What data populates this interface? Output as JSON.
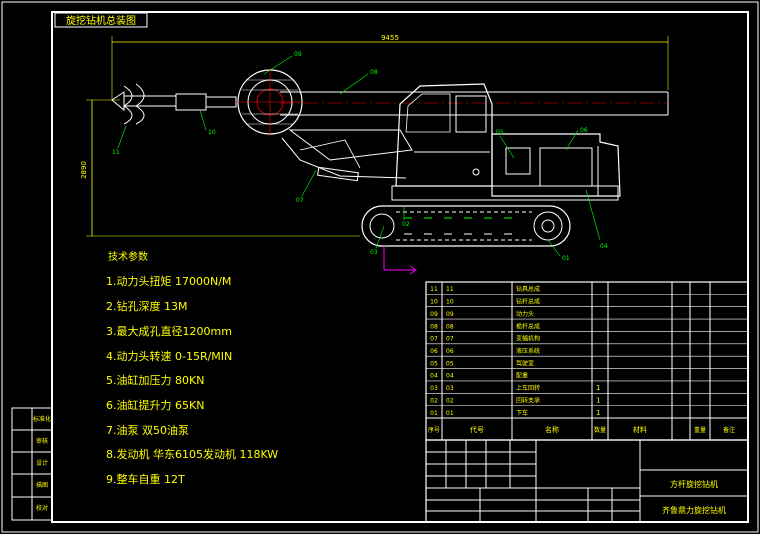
{
  "stamp": "旋挖钻机总装图",
  "dims": {
    "length": "9455",
    "height": "2890"
  },
  "callouts": [
    "09",
    "08",
    "11",
    "10",
    "07",
    "05",
    "06",
    "04",
    "03",
    "02",
    "01"
  ],
  "tech": {
    "heading": "技术参数",
    "items": [
      "1.动力头扭矩 17000N/M",
      "2.钻孔深度 13M",
      "3.最大成孔直径1200mm",
      "4.动力头转速 0-15R/MIN",
      "5.油缸加压力 80KN",
      "6.油缸提升力 65KN",
      "7.油泵 双50油泵",
      "8.发动机 华东6105发动机 118KW",
      "9.整车自重 12T"
    ]
  },
  "parts": {
    "rows": [
      {
        "no": "11",
        "code": "11",
        "name": "钻具总成",
        "qty": ""
      },
      {
        "no": "10",
        "code": "10",
        "name": "钻杆总成",
        "qty": ""
      },
      {
        "no": "09",
        "code": "09",
        "name": "动力头",
        "qty": ""
      },
      {
        "no": "08",
        "code": "08",
        "name": "桅杆总成",
        "qty": ""
      },
      {
        "no": "07",
        "code": "07",
        "name": "变幅机构",
        "qty": ""
      },
      {
        "no": "06",
        "code": "06",
        "name": "液压系统",
        "qty": ""
      },
      {
        "no": "05",
        "code": "05",
        "name": "驾驶室",
        "qty": ""
      },
      {
        "no": "04",
        "code": "04",
        "name": "配重",
        "qty": ""
      },
      {
        "no": "03",
        "code": "03",
        "name": "上车回转",
        "qty": "1"
      },
      {
        "no": "02",
        "code": "02",
        "name": "回转支承",
        "qty": "1"
      },
      {
        "no": "01",
        "code": "01",
        "name": "下车",
        "qty": "1"
      }
    ],
    "header": {
      "no": "序号",
      "code": "代号",
      "name": "名称",
      "qty": "数量",
      "material": "材料",
      "weight": "重量",
      "remark": "备注"
    }
  },
  "title_block": {
    "drawing_name": "方杆旋挖钻机",
    "company": "齐鲁鼎力旋挖钻机"
  },
  "side_block": [
    "标准化",
    "审核",
    "设计",
    "描图",
    "校对"
  ],
  "colors": {
    "frame": "#ffffff",
    "text": "#ffff00",
    "accent": "#00ff00",
    "magenta": "#ff00ff",
    "red": "#ff0000",
    "cyan": "#00ffff"
  }
}
